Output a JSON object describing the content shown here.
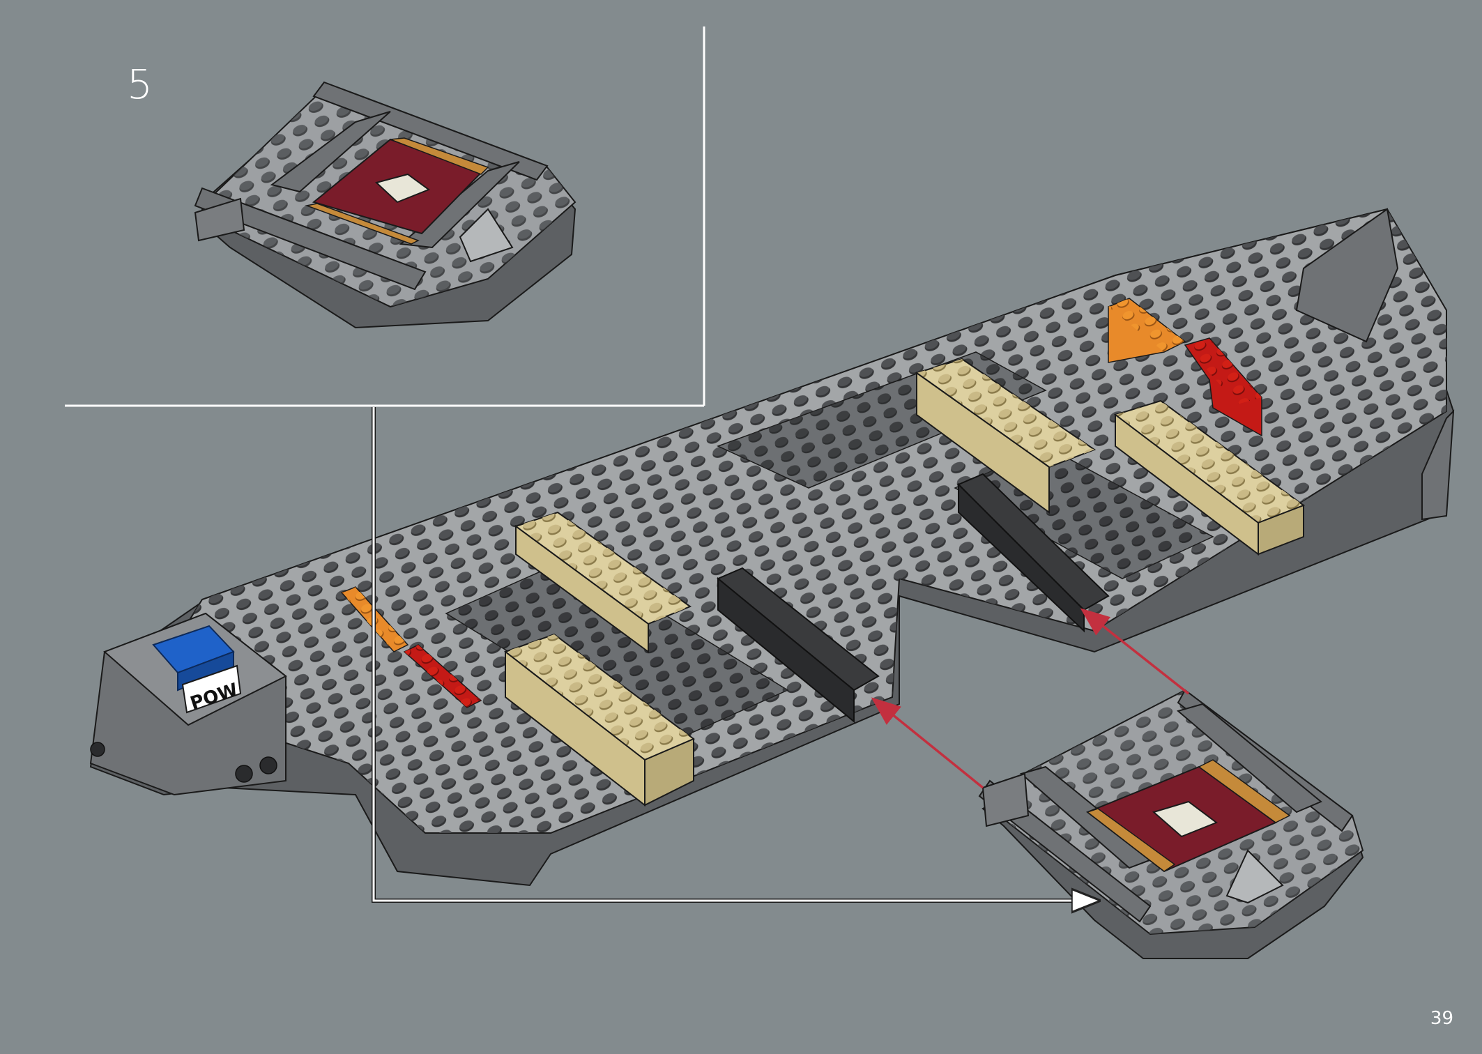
{
  "step": {
    "number": "5"
  },
  "page": {
    "number": "39"
  },
  "decal": {
    "text": "POW"
  },
  "colors": {
    "background": "#838b8e",
    "plate_light_gray": "#a3a6a8",
    "stud_dark": "#3a3b3d",
    "tan": "#ddd0a0",
    "red": "#c41a16",
    "orange": "#e88a2a",
    "blue": "#1f62c9",
    "dark_red": "#7a1c2a",
    "callout_line": "#ffffff",
    "arrow_red": "#c3303f"
  },
  "icons": [
    "callout-frame",
    "assembly-arrow-icon",
    "attach-arrow-icon"
  ]
}
